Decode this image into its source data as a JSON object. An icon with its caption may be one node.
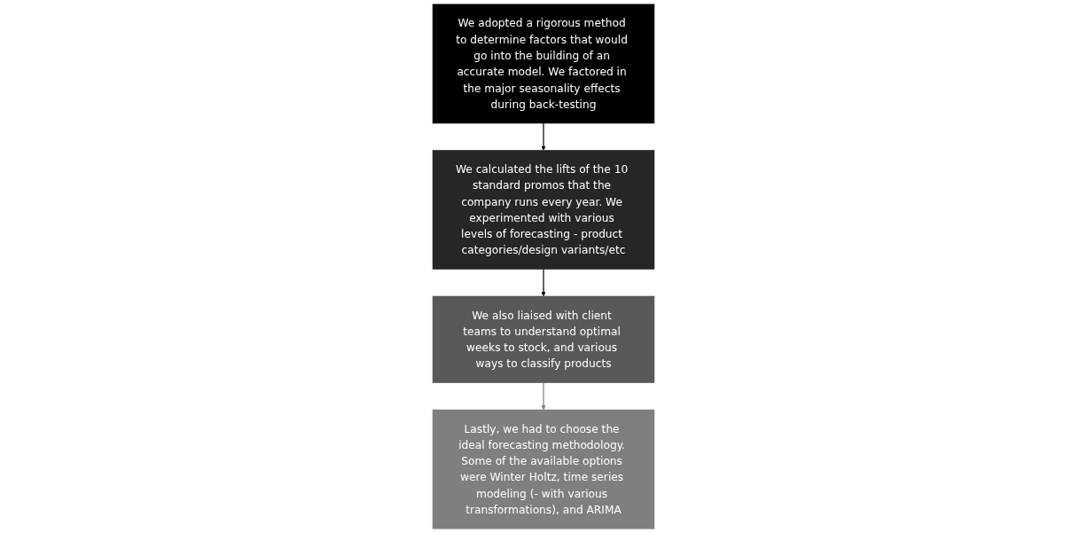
{
  "diagram": {
    "nodes": [
      {
        "text": [
          "We adopted a rigorous method to determine factors that would go into the building of an accurate model. We factored in the major seasonality effects during back-testing"
        ]
      },
      {
        "text": [
          "We calculated the lifts of the 10 standard promos that the company runs every year. We experimented with various levels of forecasting - product categories/design variants/etc"
        ]
      },
      {
        "text": [
          "We also liaised with client teams to understand optimal weeks to stock, and various ways to classify products"
        ]
      },
      {
        "text": [
          "Lastly, we had to choose the ideal forecasting methodology. Some of the available options were Winter Holtz, time series modeling (- with various transformations), and ARIMA"
        ]
      }
    ],
    "edges": [
      {
        "from": 0,
        "to": 1,
        "arrow": "to"
      },
      {
        "from": 1,
        "to": 2,
        "arrow": "to"
      },
      {
        "from": 2,
        "to": 3,
        "arrow": "to",
        "color": "#808080"
      }
    ]
  }
}
